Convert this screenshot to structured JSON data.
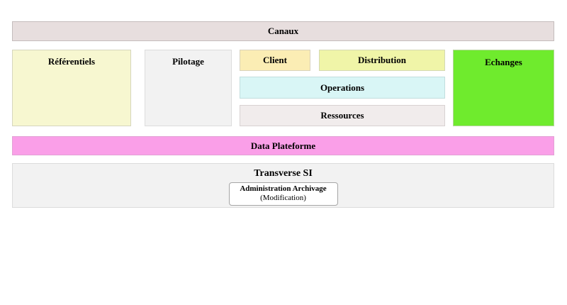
{
  "blocks": {
    "canaux": {
      "label": "Canaux",
      "bg": "#e7dede"
    },
    "referentiels": {
      "label": "Référentiels",
      "bg": "#f7f7d0"
    },
    "pilotage": {
      "label": "Pilotage",
      "bg": "#f2f2f2"
    },
    "client": {
      "label": "Client",
      "bg": "#fbedb4"
    },
    "distribution": {
      "label": "Distribution",
      "bg": "#f0f5a8"
    },
    "operations": {
      "label": "Operations",
      "bg": "#d9f6f6"
    },
    "ressources": {
      "label": "Ressources",
      "bg": "#f1ecec"
    },
    "echanges": {
      "label": "Echanges",
      "bg": "#6feb2d"
    },
    "data_plateforme": {
      "label": "Data Plateforme",
      "bg": "#fa9fe8"
    },
    "transverse": {
      "label": "Transverse SI",
      "bg": "#f2f2f2",
      "admin_box": {
        "line1": "Administration Archivage",
        "line2": "(Modification)"
      }
    }
  }
}
